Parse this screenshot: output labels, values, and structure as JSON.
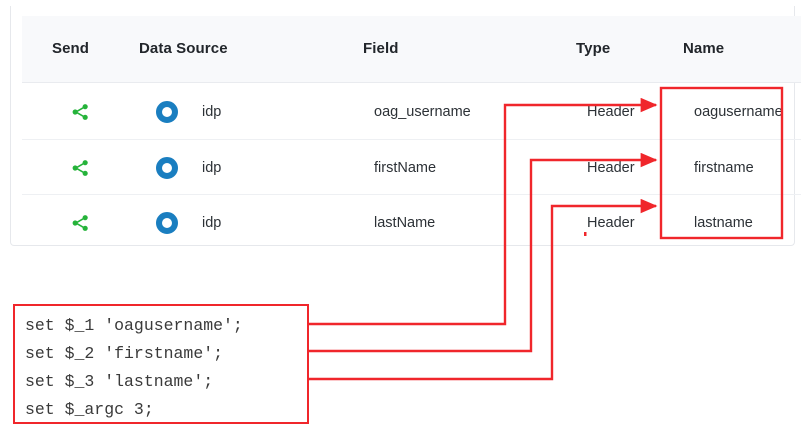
{
  "card": {
    "accent_color": "#2f8ae0",
    "border_color": "#e6e8ec"
  },
  "table": {
    "columns": [
      {
        "key": "send",
        "label": "Send"
      },
      {
        "key": "data_source",
        "label": "Data Source"
      },
      {
        "key": "field",
        "label": "Field"
      },
      {
        "key": "type",
        "label": "Type"
      },
      {
        "key": "name",
        "label": "Name"
      }
    ],
    "rows": [
      {
        "send_icon": "share-icon",
        "data_source_icon": "blue-ring-icon",
        "data_source": "idp",
        "field": "oag_username",
        "type": "Header",
        "name": "oagusername"
      },
      {
        "send_icon": "share-icon",
        "data_source_icon": "blue-ring-icon",
        "data_source": "idp",
        "field": "firstName",
        "type": "Header",
        "name": "firstname"
      },
      {
        "send_icon": "share-icon",
        "data_source_icon": "blue-ring-icon",
        "data_source": "idp",
        "field": "lastName",
        "type": "Header",
        "name": "lastname"
      }
    ]
  },
  "code_block": {
    "lines": [
      "set $_1 'oagusername';",
      "set $_2 'firstname';",
      "set $_3 'lastname';",
      "set $_argc 3;"
    ]
  },
  "annotations": {
    "color": "#f0262b",
    "name_column_highlight": true,
    "connectors": [
      {
        "from": "set $_1 'oagusername';",
        "to": "oagusername"
      },
      {
        "from": "set $_2 'firstname';",
        "to": "firstname"
      },
      {
        "from": "set $_3 'lastname';",
        "to": "lastname"
      }
    ]
  },
  "icons": {
    "share": "share-icon",
    "ring": "blue-ring-icon"
  }
}
